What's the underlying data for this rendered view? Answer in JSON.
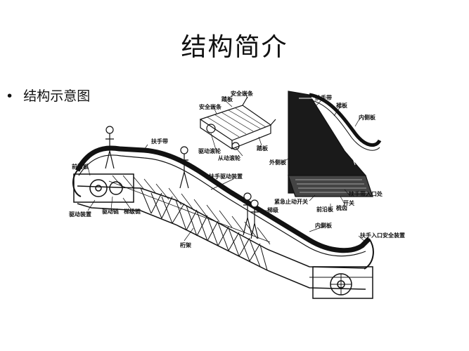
{
  "slide": {
    "title": "结构简介",
    "bullet": "结构示意图"
  },
  "labels": {
    "handrail_top": "扶手带",
    "apron_left": "前沿板",
    "drive_device_bottom": "驱动装置",
    "drive_chain": "驱动链",
    "step_chain": "梯级链",
    "truss": "桁架",
    "handrail_drive": "扶手驱动装置",
    "safety_bristle_1": "安全嵌条",
    "tread": "踏板",
    "safety_bristle_2": "安全嵌条",
    "drive_roller": "驱动滚轮",
    "driven_roller": "从动滚轮",
    "deck_board": "踏板",
    "handrail_right": "扶手带",
    "skirt": "裙板",
    "inner_deck": "内侧板",
    "outer_deck": "外侧板",
    "emergency_stop": "紧急止动开关",
    "handrail_entry": "扶手带入口处",
    "switch": "开关",
    "apron_right": "前沿板",
    "comb": "梳齿",
    "step": "梯级",
    "inner_panel": "内侧板",
    "handrail_entry_safety": "扶手入口安全装置"
  }
}
